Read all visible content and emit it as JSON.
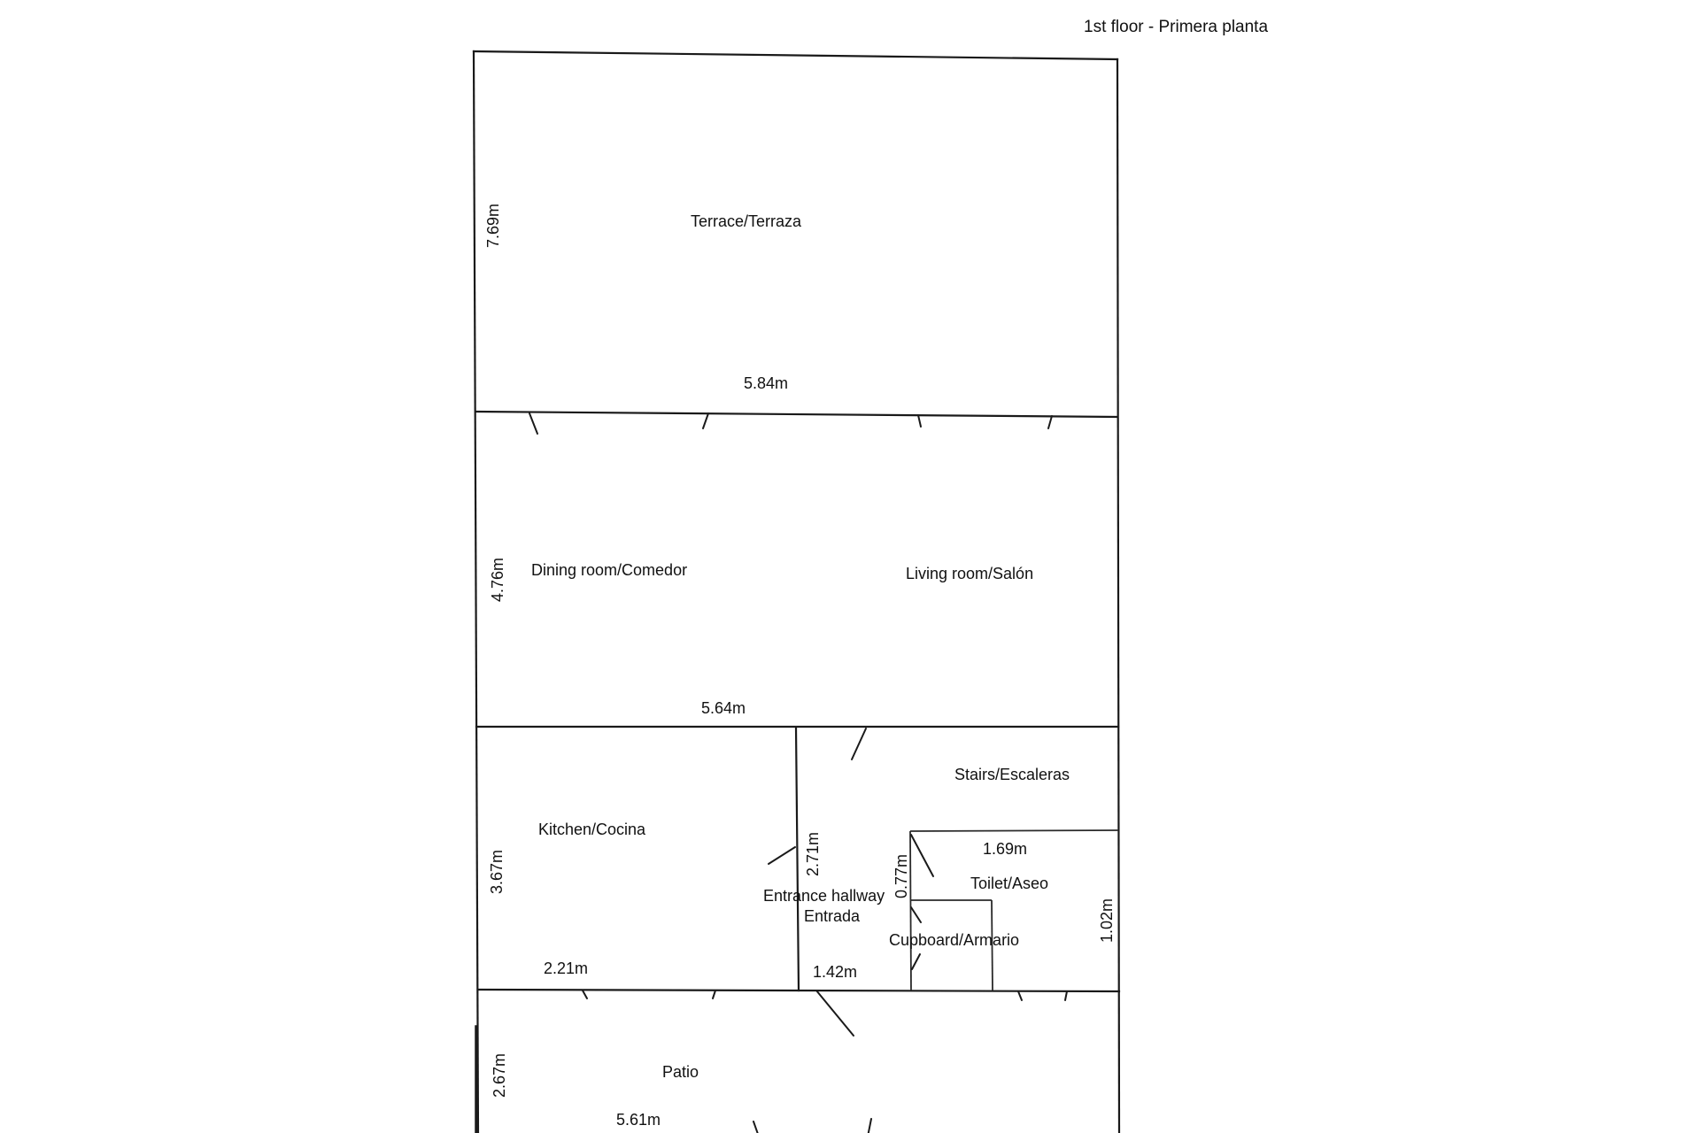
{
  "title": "1st floor - Primera planta",
  "rooms": {
    "terrace": "Terrace/Terraza",
    "dining": "Dining room/Comedor",
    "living": "Living room/Salón",
    "stairs": "Stairs/Escaleras",
    "kitchen": "Kitchen/Cocina",
    "hallway_line1": "Entrance hallway",
    "hallway_line2": "Entrada",
    "toilet": "Toilet/Aseo",
    "cupboard": "Cupboard/Armario",
    "patio": "Patio"
  },
  "dimensions": {
    "terrace_height": "7.69m",
    "terrace_width": "5.84m",
    "dining_height": "4.76m",
    "dining_width": "5.64m",
    "kitchen_height": "3.67m",
    "kitchen_width": "2.21m",
    "hallway_height": "2.71m",
    "hallway_width": "1.42m",
    "toilet_small": "0.77m",
    "toilet_width": "1.69m",
    "toilet_height": "1.02m",
    "patio_height": "2.67m",
    "patio_width": "5.61m"
  }
}
